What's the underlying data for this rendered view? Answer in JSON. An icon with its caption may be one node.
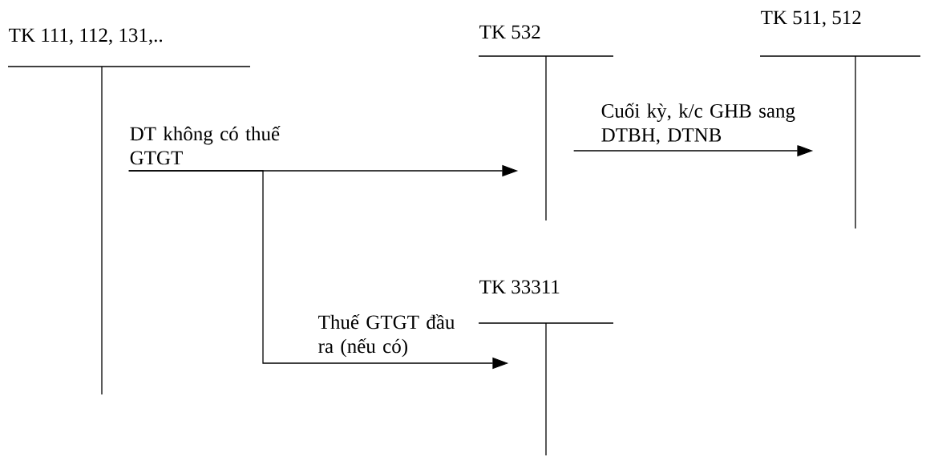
{
  "diagram": {
    "nodes": [
      {
        "text": [
          "TK 111, 112, 131,.."
        ]
      },
      {
        "text": [
          "TK 532"
        ]
      },
      {
        "text": [
          "TK 511, 512"
        ]
      },
      {
        "text": [
          "TK 33311"
        ]
      }
    ],
    "edges": [
      {
        "from": 0,
        "to": 1,
        "arrow": "to",
        "label": "DT không có thuế GTGT"
      },
      {
        "from": 0,
        "to": 3,
        "arrow": "to",
        "label": "Thuế GTGT đầu ra (nếu có)"
      },
      {
        "from": 1,
        "to": 2,
        "arrow": "to",
        "label": "Cuối kỳ, k/c GHB sang DTBH, DTNB"
      }
    ]
  }
}
